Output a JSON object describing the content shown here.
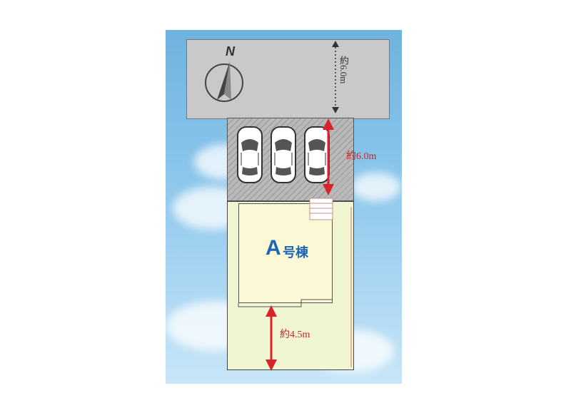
{
  "building": {
    "label_letter": "A",
    "label_suffix": "号棟"
  },
  "north": {
    "letter": "N"
  },
  "dimensions": {
    "road_width": "約6.0m",
    "parking_depth": "約6.0m",
    "yard_depth": "約4.5m"
  },
  "parking": {
    "spaces": 3
  },
  "colors": {
    "sky": "#86c3ea",
    "road": "#c9c9c9",
    "lot": "#f0f6d2",
    "building": "#fbf8d6",
    "arrow": "#d8232a",
    "label": "#1f64b8"
  }
}
